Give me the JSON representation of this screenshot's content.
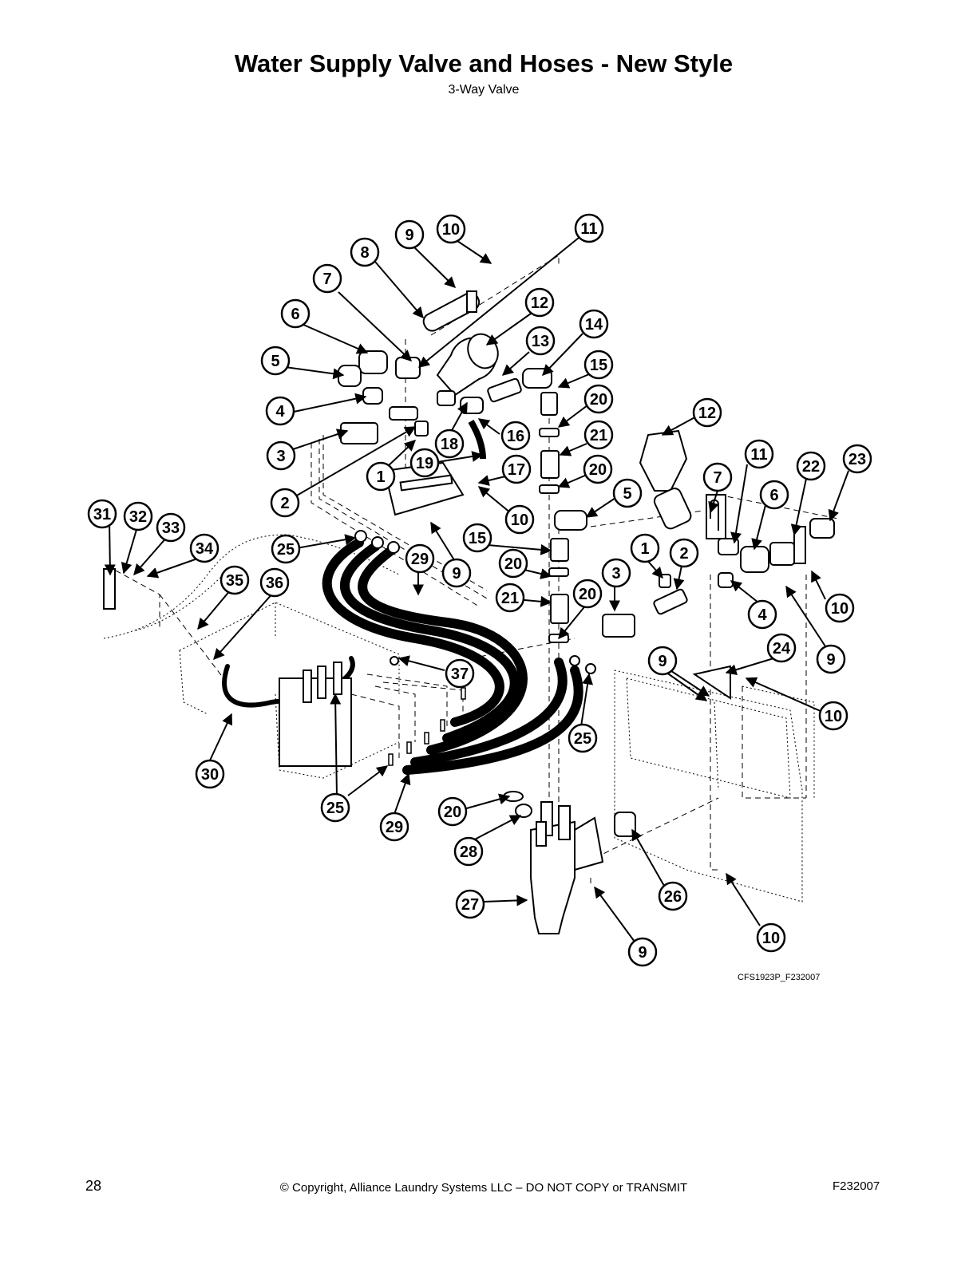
{
  "header": {
    "title": "Water Supply Valve and Hoses - New Style",
    "subtitle": "3-Way Valve"
  },
  "diagram": {
    "figure_code": "CFS1923P_F232007",
    "callouts": [
      "10",
      "9",
      "11",
      "8",
      "12",
      "7",
      "14",
      "6",
      "13",
      "15",
      "5",
      "20",
      "4",
      "16",
      "21",
      "18",
      "3",
      "1",
      "19",
      "17",
      "20",
      "2",
      "10",
      "12",
      "11",
      "7",
      "22",
      "23",
      "6",
      "5",
      "31",
      "32",
      "33",
      "34",
      "25",
      "29",
      "9",
      "15",
      "1",
      "2",
      "35",
      "36",
      "20",
      "3",
      "4",
      "10",
      "21",
      "20",
      "9",
      "24",
      "9",
      "37",
      "10",
      "25",
      "30",
      "25",
      "20",
      "29",
      "28",
      "26",
      "27",
      "10",
      "9"
    ]
  },
  "footer": {
    "page_number": "28",
    "copyright": "© Copyright, Alliance Laundry Systems LLC – DO NOT COPY or TRANSMIT",
    "doc_id": "F232007"
  }
}
